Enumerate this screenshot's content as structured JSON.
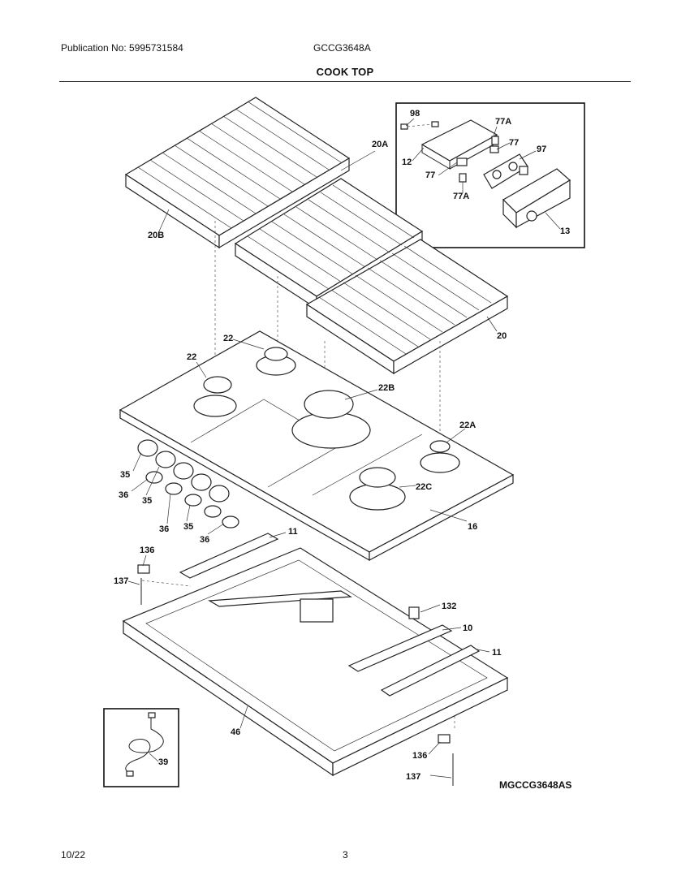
{
  "header": {
    "publication": "Publication No: 5995731584",
    "model": "GCCG3648A",
    "section_title": "COOK TOP"
  },
  "diagram": {
    "drawing_id": "MGCCG3648AS",
    "part_labels": [
      "98",
      "77A",
      "77",
      "97",
      "12",
      "77",
      "77A",
      "13",
      "20A",
      "20B",
      "20",
      "22",
      "22",
      "22B",
      "22A",
      "22C",
      "16",
      "35",
      "36",
      "35",
      "36",
      "35",
      "36",
      "11",
      "136",
      "137",
      "132",
      "10",
      "11",
      "46",
      "39",
      "136",
      "137"
    ]
  },
  "footer": {
    "date": "10/22",
    "page": "3"
  }
}
